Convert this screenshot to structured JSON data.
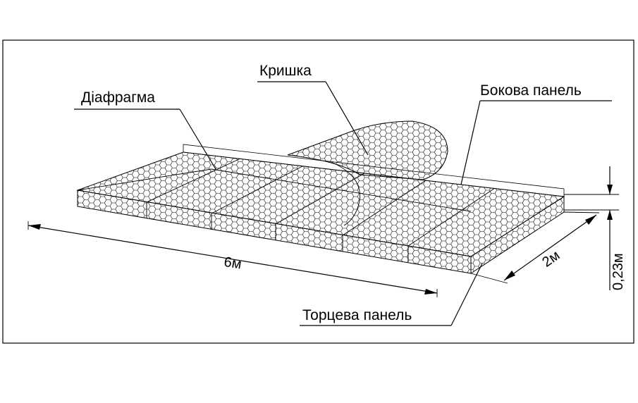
{
  "labels": {
    "diaphragm": "Діафрагма",
    "lid": "Кришка",
    "side_panel": "Бокова панель",
    "end_panel": "Торцева панель"
  },
  "dimensions": {
    "length": "6м",
    "width": "2м",
    "height": "0,23м"
  },
  "colors": {
    "line": "#000000",
    "background": "#ffffff"
  }
}
